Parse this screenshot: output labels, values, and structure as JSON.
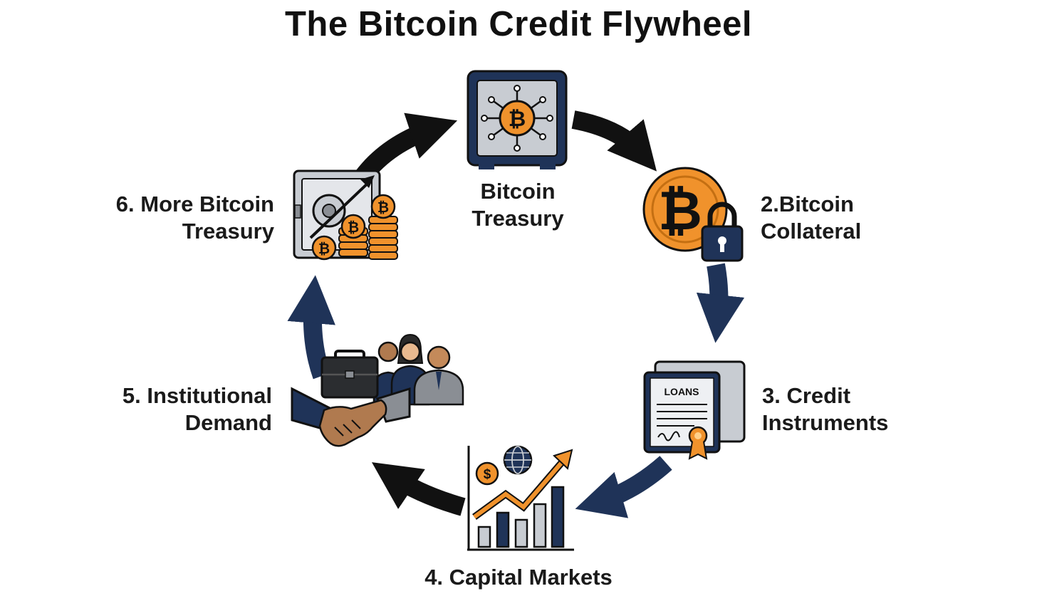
{
  "title": "The Bitcoin Credit Flywheel",
  "colors": {
    "navy": "#1f3358",
    "orange": "#f0922c",
    "black_arrow": "#111111",
    "gray_metal": "#c8ccd2"
  },
  "nodes": [
    {
      "id": "treasury",
      "line1": "Bitcoin",
      "line2": "Treasury",
      "icon": "bitcoin-vault-icon"
    },
    {
      "id": "collateral",
      "line1": "2.Bitcoin",
      "line2": "Collateral",
      "icon": "bitcoin-lock-icon"
    },
    {
      "id": "credit",
      "line1": "3. Credit",
      "line2": "Instruments",
      "icon": "loan-document-icon",
      "doc_text": "LOANS"
    },
    {
      "id": "markets",
      "line1": "4. Capital Markets",
      "line2": "",
      "icon": "market-chart-icon"
    },
    {
      "id": "demand",
      "line1": "5. Institutional",
      "line2": "Demand",
      "icon": "handshake-people-icon"
    },
    {
      "id": "more",
      "line1": "6. More Bitcoin",
      "line2": "Treasury",
      "icon": "growing-safe-icon"
    }
  ]
}
